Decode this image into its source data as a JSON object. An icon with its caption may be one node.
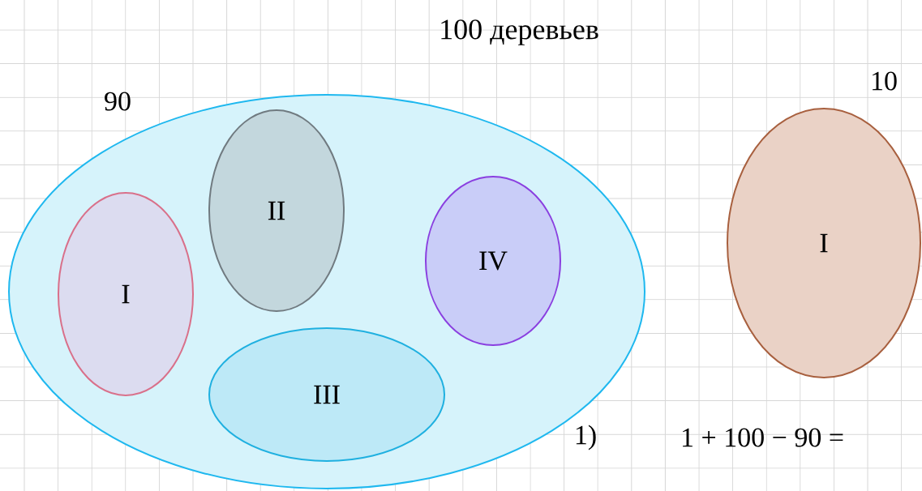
{
  "diagram": {
    "title": "100 деревьев",
    "nodes": [
      {
        "text": [],
        "shape": "ellipse",
        "beside": [
          "90"
        ]
      },
      {
        "text": [
          "I"
        ],
        "in": 0
      },
      {
        "text": [
          "II"
        ],
        "in": 0
      },
      {
        "text": [
          "III"
        ],
        "in": 0
      },
      {
        "text": [
          "IV"
        ],
        "in": 0
      },
      {
        "text": [
          "I"
        ],
        "beside": [
          "10"
        ]
      }
    ],
    "labels": [
      "1)",
      "1 + 100 − 90 ="
    ]
  }
}
